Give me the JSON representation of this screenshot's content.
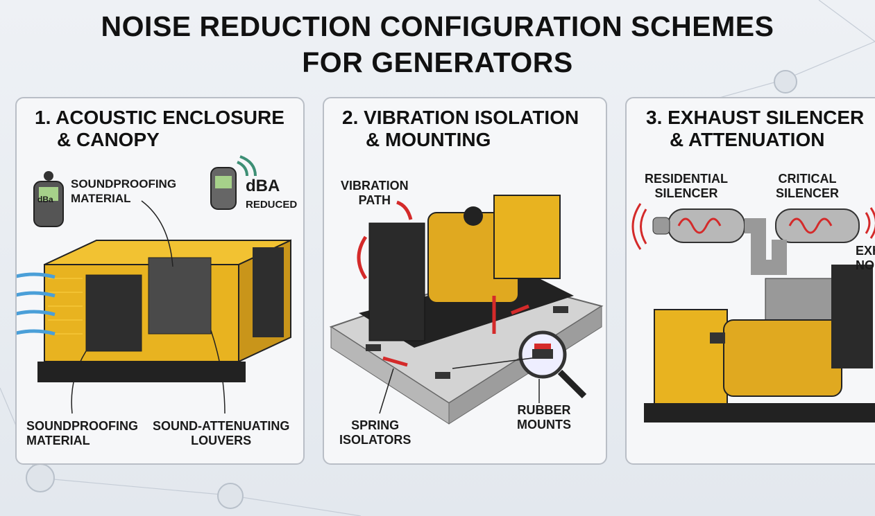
{
  "title": {
    "line1": "NOISE REDUCTION CONFIGURATION SCHEMES",
    "line2": "FOR GENERATORS"
  },
  "colors": {
    "generator": "#e8b320",
    "sound_wave": "#d42a2a",
    "airflow": "#4a9fd8",
    "panel_border": "#b9bec6"
  },
  "panels": [
    {
      "heading_line1": "1. ACOUSTIC ENCLOSURE",
      "heading_line2": "& CANOPY",
      "labels": {
        "meter": "dBa",
        "material_top": "SOUNDPROOFING\nMATERIAL",
        "dba": "dBA",
        "reduced": "REDUCED",
        "material_bottom": "SOUNDPROOFING\nMATERIAL",
        "louvers": "SOUND-ATTENUATING\nLOUVERS"
      }
    },
    {
      "heading_line1": "2. VIBRATION ISOLATION",
      "heading_line2": "& MOUNTING",
      "labels": {
        "vibration_path": "VIBRATION\nPATH",
        "spring_isolators": "SPRING\nISOLATORS",
        "rubber_mounts": "RUBBER\nMOUNTS"
      }
    },
    {
      "heading_line1": "3. EXHAUST SILENCER",
      "heading_line2": "& ATTENUATION",
      "labels": {
        "residential": "RESIDENTIAL\nSILENCER",
        "critical": "CRITICAL\nSILENCER",
        "exhaust_noise": "EXH\nNO"
      }
    }
  ]
}
